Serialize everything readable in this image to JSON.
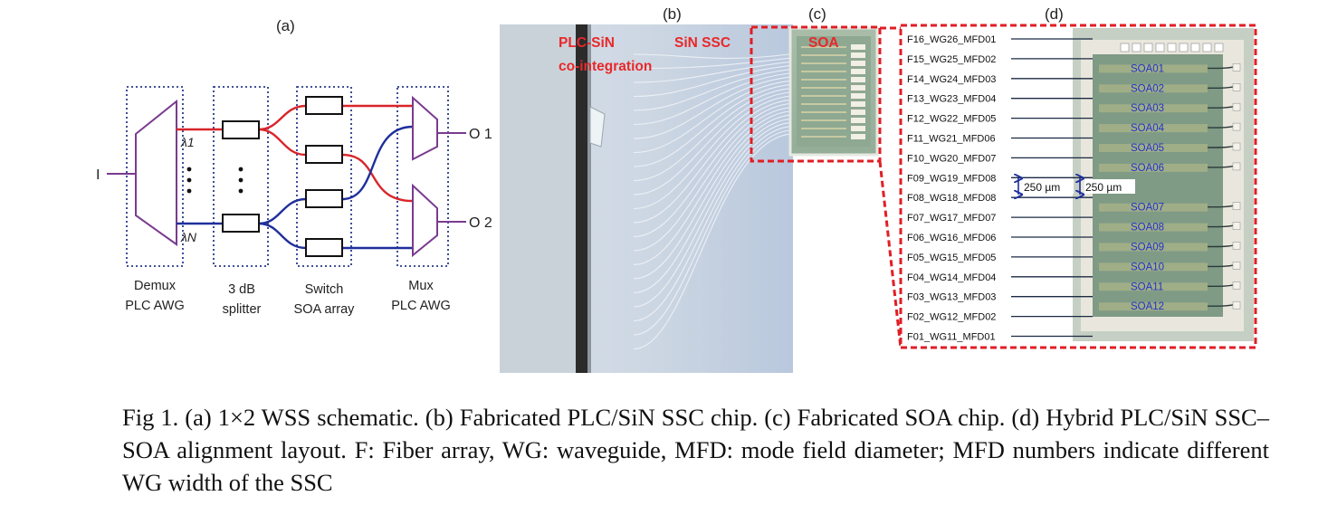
{
  "panels": {
    "a": "(a)",
    "b": "(b)",
    "c": "(c)",
    "d": "(d)"
  },
  "schematic": {
    "input_label": "I",
    "lambda_1": "λ1",
    "lambda_n": "λN",
    "output_1": "O 1",
    "output_2": "O 2",
    "blocks": [
      {
        "line1": "Demux",
        "line2": "PLC AWG"
      },
      {
        "line1": "3 dB",
        "line2": "splitter"
      },
      {
        "line1": "Switch",
        "line2": "SOA array"
      },
      {
        "line1": "Mux",
        "line2": "PLC AWG"
      }
    ],
    "colors": {
      "red_path": "#d9252a",
      "blue_path": "#1f2f9c",
      "awg": "#7a3b8f",
      "box_border": "#2a3a8a"
    }
  },
  "chip_photo": {
    "label_plc_line1": "PLC-SiN",
    "label_plc_line2": "co-integration",
    "label_ssc": "SiN SSC",
    "label_soa": "SOA",
    "label_color": "#e8282a"
  },
  "alignment": {
    "fibers": [
      "F16_WG26_MFD01",
      "F15_WG25_MFD02",
      "F14_WG24_MFD03",
      "F13_WG23_MFD04",
      "F12_WG22_MFD05",
      "F11_WG21_MFD06",
      "F10_WG20_MFD07",
      "F09_WG19_MFD08",
      "F08_WG18_MFD08",
      "F07_WG17_MFD07",
      "F06_WG16_MFD06",
      "F05_WG15_MFD05",
      "F04_WG14_MFD04",
      "F03_WG13_MFD03",
      "F02_WG12_MFD02",
      "F01_WG11_MFD01"
    ],
    "soas": [
      "SOA01",
      "SOA02",
      "SOA03",
      "SOA04",
      "SOA05",
      "SOA06",
      "SOA07",
      "SOA08",
      "SOA09",
      "SOA10",
      "SOA11",
      "SOA12"
    ],
    "pitch_left": "250 µm",
    "pitch_right": "250 µm",
    "soa_label_color": "#2233cc",
    "highlight_color": "#e01e25"
  },
  "caption": {
    "text": "Fig 1. (a) 1×2 WSS schematic. (b) Fabricated PLC/SiN SSC chip. (c) Fabricated SOA chip. (d) Hybrid PLC/SiN SSC–SOA alignment layout. F: Fiber array, WG: waveguide, MFD: mode field diameter; MFD numbers indicate different WG width of the SSC"
  }
}
